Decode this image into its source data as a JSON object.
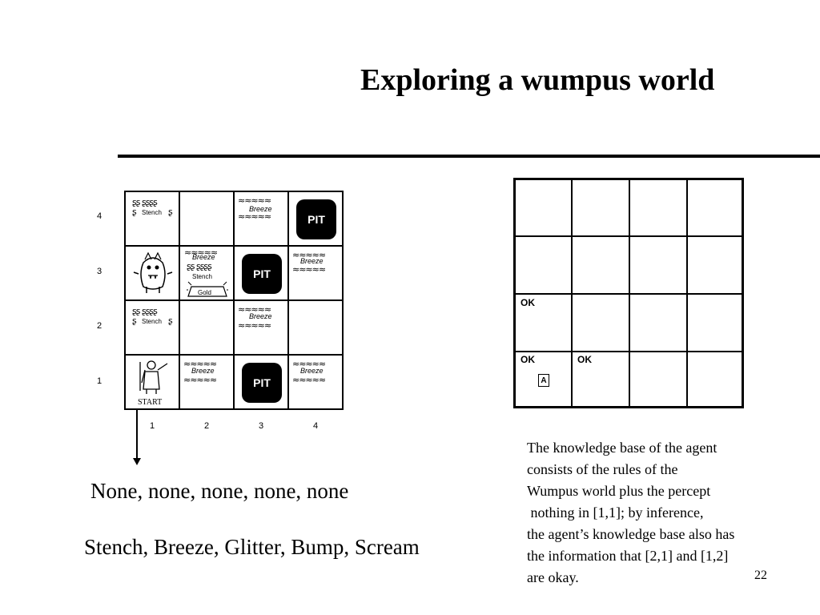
{
  "slide": {
    "title": "Exploring a wumpus world",
    "page_number": "22"
  },
  "world": {
    "row_labels": [
      "4",
      "3",
      "2",
      "1"
    ],
    "col_labels": [
      "1",
      "2",
      "3",
      "4"
    ],
    "pit_label": "PIT",
    "stench_label": "Stench",
    "breeze_label": "Breeze",
    "gold_label": "Gold",
    "start_label": "START"
  },
  "knowledge_grid": {
    "ok_label": "OK",
    "agent_label": "A"
  },
  "percepts": {
    "values": "None, none, none, none, none",
    "names": "Stench, Breeze, Glitter, Bump, Scream"
  },
  "kb_description": {
    "lines": [
      "The knowledge base of the agent",
      "consists of the rules of the",
      "Wumpus world plus the percept",
      " nothing in [1,1]; by inference,",
      "the agent’s knowledge base also has",
      "the information that [2,1] and [1,2]",
      "are okay."
    ]
  }
}
